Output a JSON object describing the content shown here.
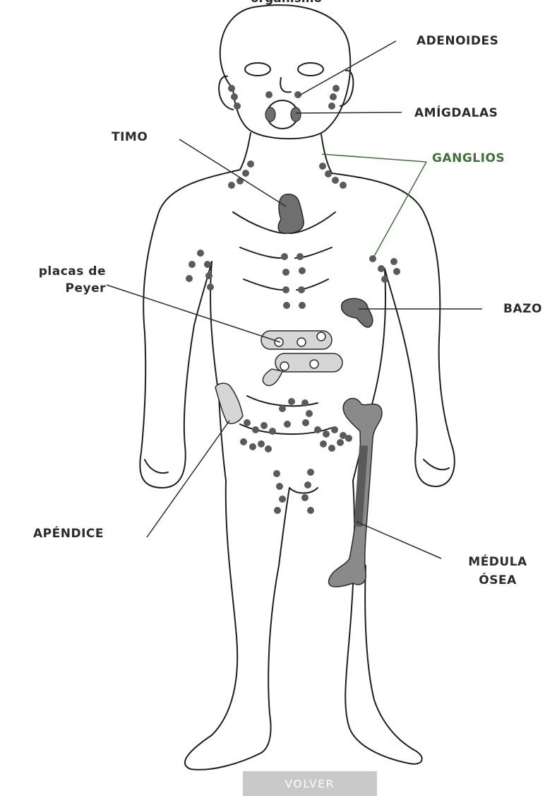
{
  "header": {
    "title_fragment": "organismo"
  },
  "labels": {
    "adenoides": "ADENOIDES",
    "amigdalas": "AMÍGDALAS",
    "timo": "TIMO",
    "ganglios": "GANGLIOS",
    "placas_line1": "placas de",
    "placas_line2": "Peyer",
    "bazo": "BAZO",
    "apendice": "APÉNDICE",
    "medula_line1": "MÉDULA",
    "medula_line2": "ÓSEA"
  },
  "button": {
    "volver": "VOLVER"
  },
  "colors": {
    "organ": "#6f6f6f",
    "lymph_node": "#5a5a5a",
    "ganglios_label": "#3f6f3a",
    "button_bg": "#c9c9c9"
  }
}
